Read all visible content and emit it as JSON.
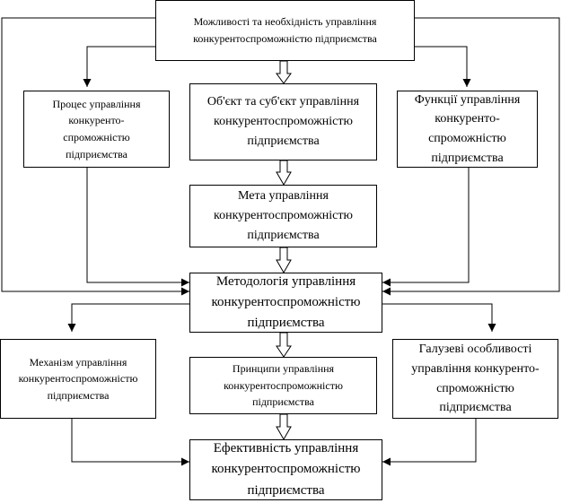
{
  "nodes": {
    "possibilities": "Можливості та необхідність управління конкурентоспроможністю підприємства",
    "process": "Процес управління конкуренто-спроможністю підприємства",
    "object_subject": "Об'єкт та суб'єкт управління конкурентоспроможністю підприємства",
    "functions": "Функції управління конкуренто-спроможністю підприємства",
    "goal": "Мета управління конкурентоспроможністю підприємства",
    "methodology": "Методологія управління конкурентоспроможністю підприємства",
    "mechanism": "Механізм управління конкурентоспроможністю підприємства",
    "principles": "Принципи управління конкурентоспроможністю підприємства",
    "industry": "Галузеві особливості управління конкуренто-спроможністю підприємства",
    "efficiency": "Ефективність управління конкурентоспроможністю підприємства"
  }
}
